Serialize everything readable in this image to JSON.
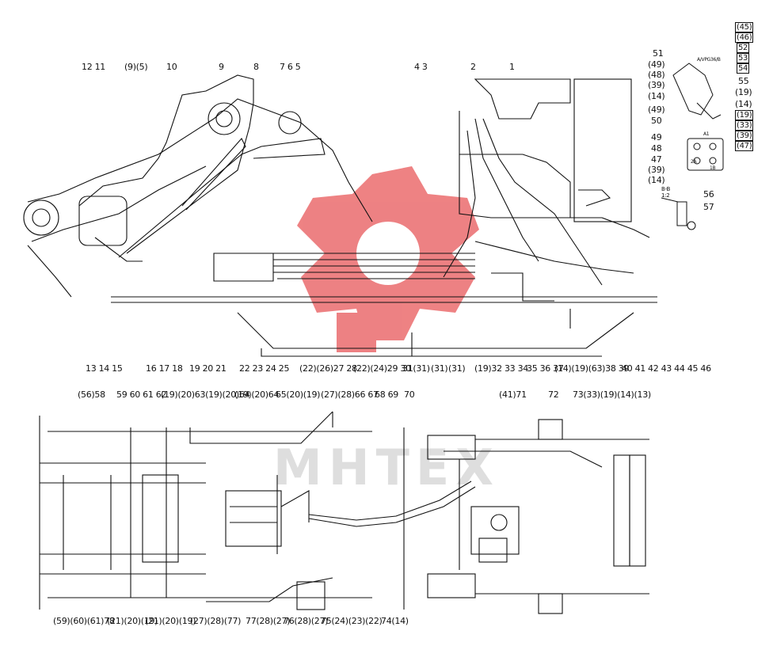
{
  "watermark": {
    "text": "MHTEX",
    "color": "#e03a3c"
  },
  "top_view": {
    "labels_top": [
      "12 11",
      "(9)(5)",
      "10",
      "9",
      "8",
      "7 6 5",
      "4 3",
      "2",
      "1"
    ],
    "labels_bottom": [
      "13 14 15",
      "16 17 18",
      "19 20 21",
      "22 23 24 25",
      "(22)(26)27 28",
      "(22)(24)29 30",
      "31(31)",
      "(31)",
      "(31)",
      "(19)32 33 34",
      "35 36 37",
      "(14)(19)(63)38 39",
      "40 41",
      "42 43 44 45 46"
    ]
  },
  "detail": {
    "left_labels": [
      "51",
      "(49)",
      "(48)",
      "(39)",
      "(14)",
      "(49)",
      "50",
      "49",
      "48",
      "47",
      "(39)",
      "(14)"
    ],
    "right_labels": [
      "(45)",
      "(46)",
      "52",
      "53",
      "54",
      "55",
      "(19)",
      "(14)",
      "(19)",
      "(33)",
      "(39)",
      "(47)"
    ],
    "tiny_texts": [
      "A/VPG36/B",
      "A1",
      "2A",
      "1B"
    ],
    "section_label": "B-B\n1:2",
    "callouts": [
      "56",
      "57"
    ]
  },
  "bottom_view": {
    "labels_top": [
      "(56)58",
      "59 60 61 62",
      "(19)(20)63(19)(20)64",
      "(19)(20)64",
      "65(20)(19)",
      "(27)(28)66 67",
      "68 69",
      "70",
      "(41)71",
      "72",
      "73(33)(19)(14)(13)"
    ],
    "labels_bottom": [
      "(59)(60)(61)78",
      "(21)(20)(19)",
      "(21)(20)(19)",
      "(27)(28)(77)",
      "77(28)(27)",
      "76(28)(27)",
      "75(24)(23)(22)",
      "74(14)"
    ]
  }
}
